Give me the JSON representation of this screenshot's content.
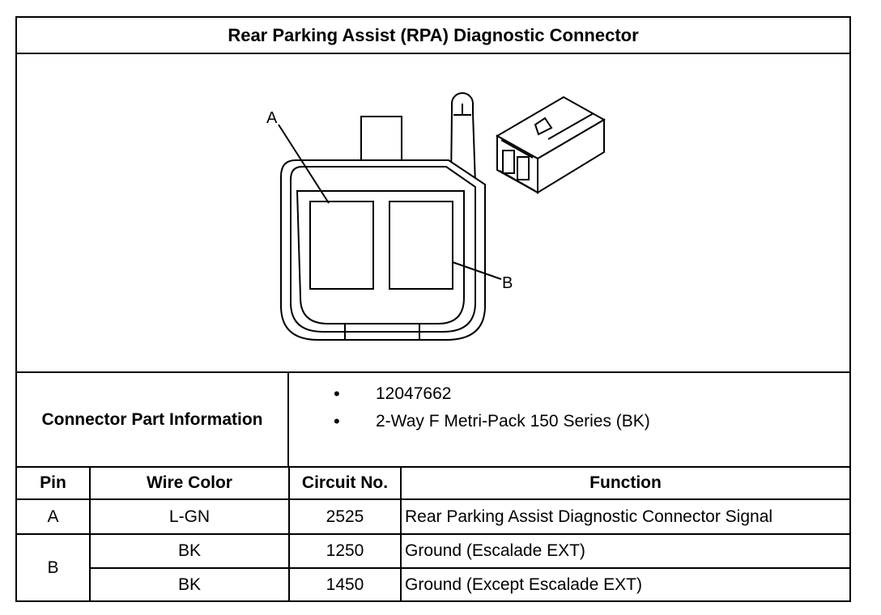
{
  "title": "Rear Parking Assist (RPA) Diagnostic Connector",
  "diagram": {
    "callouts": [
      {
        "label": "A"
      },
      {
        "label": "B"
      }
    ]
  },
  "connector_info": {
    "label": "Connector Part Information",
    "items": [
      "12047662",
      "2-Way F Metri-Pack 150 Series (BK)"
    ]
  },
  "table": {
    "headers": [
      "Pin",
      "Wire Color",
      "Circuit No.",
      "Function"
    ],
    "rows": [
      {
        "pin": "A",
        "wire_color": "L-GN",
        "circuit": "2525",
        "function": "Rear Parking Assist Diagnostic Connector Signal"
      },
      {
        "pin": "B",
        "wire_color": "BK",
        "circuit": "1250",
        "function": "Ground (Escalade EXT)"
      },
      {
        "pin": "",
        "wire_color": "BK",
        "circuit": "1450",
        "function": "Ground (Except Escalade EXT)"
      }
    ]
  }
}
